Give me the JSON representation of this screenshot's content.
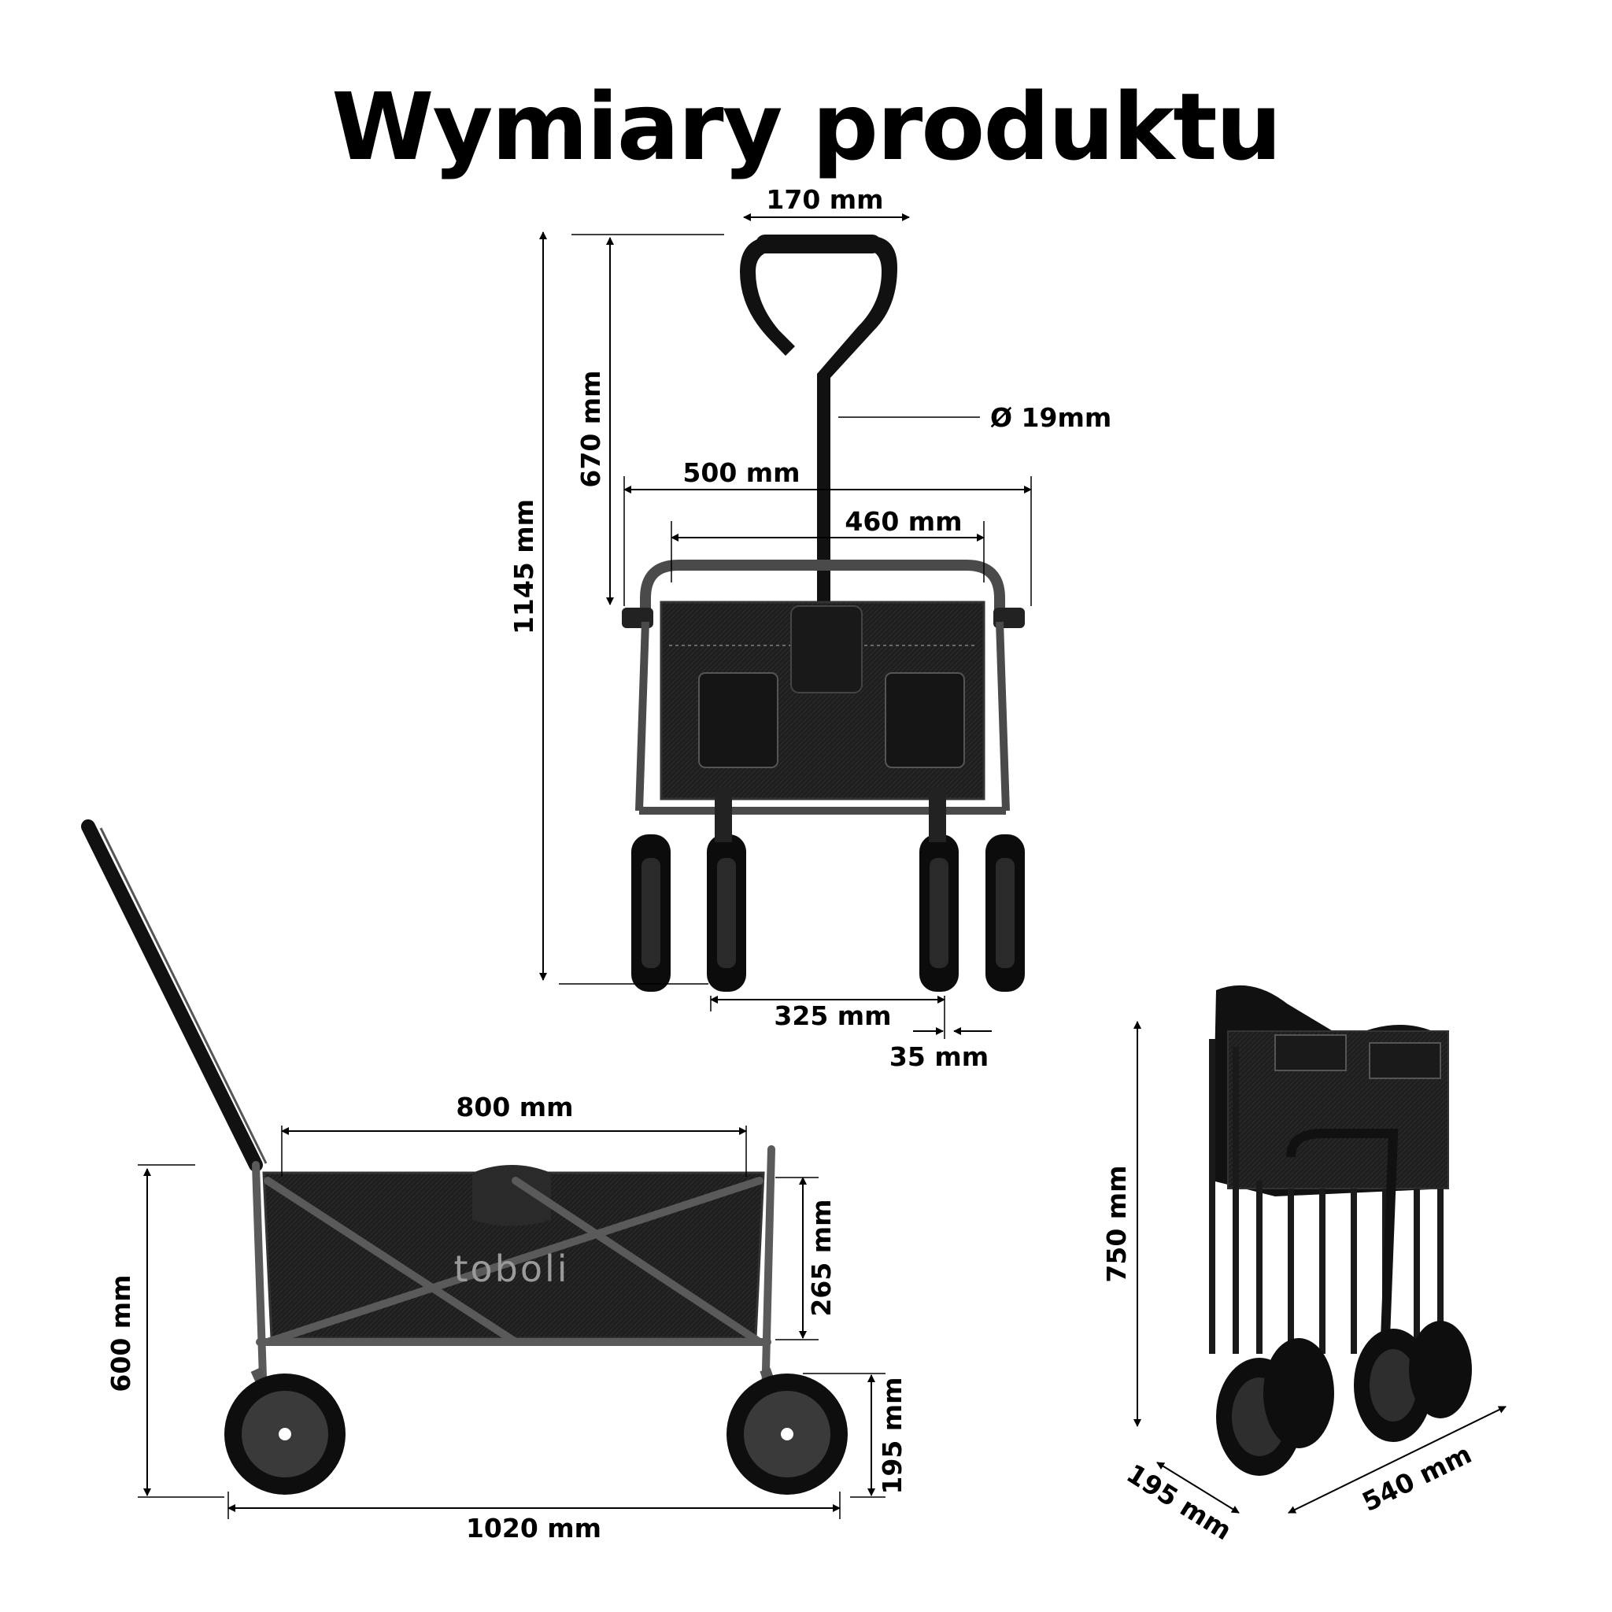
{
  "title": "Wymiary produktu",
  "brand": "toboli",
  "dimensions": {
    "handle_width": "170 mm",
    "handle_height": "670 mm",
    "total_height": "1145 mm",
    "handle_diameter": "Ø 19mm",
    "outer_width": "500 mm",
    "inner_width": "460 mm",
    "wheel_spacing": "325 mm",
    "wheel_width": "35 mm",
    "bed_length": "800 mm",
    "side_height": "600 mm",
    "basket_depth": "265 mm",
    "wheel_diameter": "195 mm",
    "total_length": "1020 mm",
    "folded_height": "750 mm",
    "folded_depth": "195 mm",
    "folded_width": "540 mm"
  }
}
